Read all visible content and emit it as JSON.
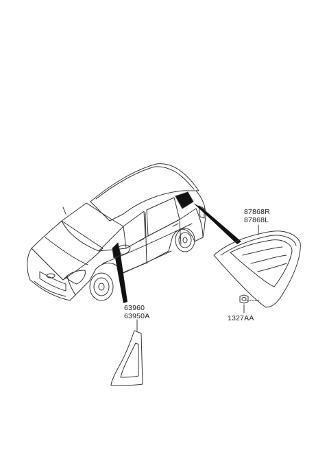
{
  "parts": {
    "quarter_glass_right": "87868R",
    "quarter_glass_left": "87868L",
    "fastener": "1327AA",
    "door_delta_garnish_a": "63960",
    "door_delta_garnish_b": "63950A"
  },
  "colors": {
    "line": "#333333",
    "fill_dark": "#111111",
    "background": "#ffffff"
  }
}
